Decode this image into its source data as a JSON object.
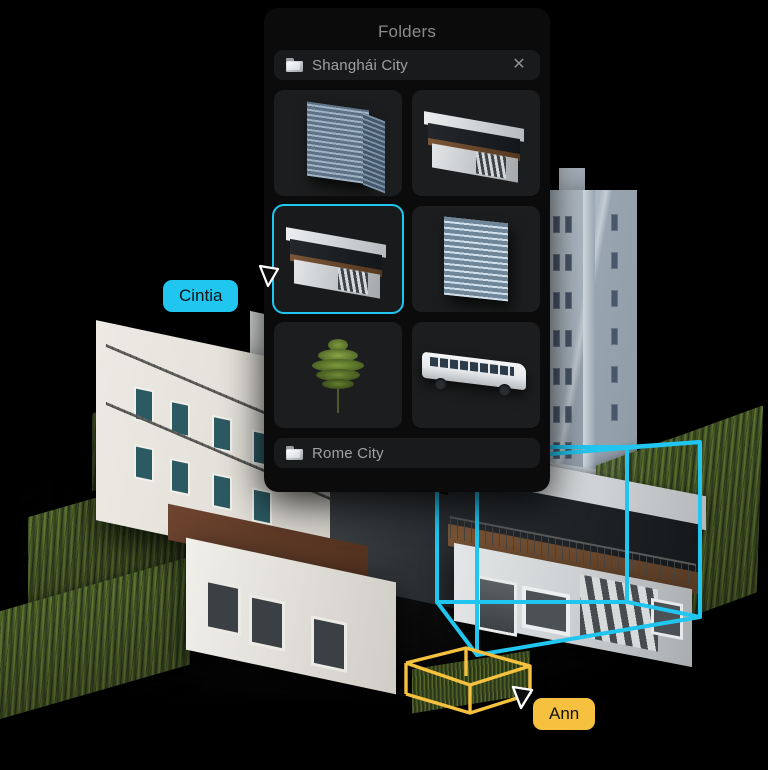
{
  "panel": {
    "title": "Folders",
    "folders": [
      {
        "name": "Shanghái City",
        "icon": "folder-icon",
        "close_label": "✕",
        "expanded": true
      },
      {
        "name": "Rome City",
        "icon": "folder-icon",
        "expanded": false
      }
    ],
    "assets": [
      {
        "id": "asset-skyscraper",
        "name": "skyscraper",
        "selected": false
      },
      {
        "id": "asset-modern-house-a",
        "name": "modern-house",
        "selected": false
      },
      {
        "id": "asset-modern-house-b",
        "name": "modern-house",
        "selected": true
      },
      {
        "id": "asset-glass-tower",
        "name": "glass-tower",
        "selected": false
      },
      {
        "id": "asset-tree",
        "name": "tree",
        "selected": false
      },
      {
        "id": "asset-bus",
        "name": "bus",
        "selected": false
      }
    ]
  },
  "cursors": [
    {
      "name": "Cintia",
      "color": "#21c6f0",
      "text_color": "#111214"
    },
    {
      "name": "Ann",
      "color": "#f5c13f",
      "text_color": "#111214"
    }
  ],
  "selections": [
    {
      "name": "house-selection-box",
      "color": "#21c6f0",
      "owner": "Cintia"
    },
    {
      "name": "grass-selection-box",
      "color": "#f5c13f",
      "owner": "Ann"
    }
  ],
  "colors": {
    "accent_cyan": "#21c6f0",
    "accent_amber": "#f5c13f",
    "panel_bg": "#0b0b0c",
    "row_bg": "#191a1b",
    "thumb_bg": "#1c1d1e",
    "title_text": "#8b8b8e",
    "row_text": "#9fa0a3",
    "canvas_bg": "#000000"
  }
}
